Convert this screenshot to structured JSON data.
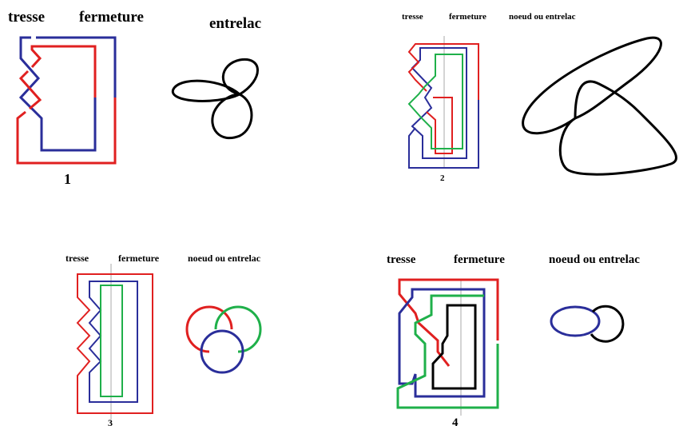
{
  "panels": [
    {
      "number": "1",
      "labels": {
        "braid": "tresse",
        "closure": "fermeture",
        "knot": "entrelac"
      }
    },
    {
      "number": "2",
      "labels": {
        "braid": "tresse",
        "closure": "fermeture",
        "knot": "noeud ou entrelac"
      }
    },
    {
      "number": "3",
      "labels": {
        "braid": "tresse",
        "closure": "fermeture",
        "knot": "noeud ou entrelac"
      }
    },
    {
      "number": "4",
      "labels": {
        "braid": "tresse",
        "closure": "fermeture",
        "knot": "noeud ou entrelac"
      }
    }
  ],
  "colors": {
    "red": "#e02020",
    "blue": "#2a2e9a",
    "green": "#1fb04a",
    "black": "#000000",
    "guide": "#a8a8a8"
  }
}
